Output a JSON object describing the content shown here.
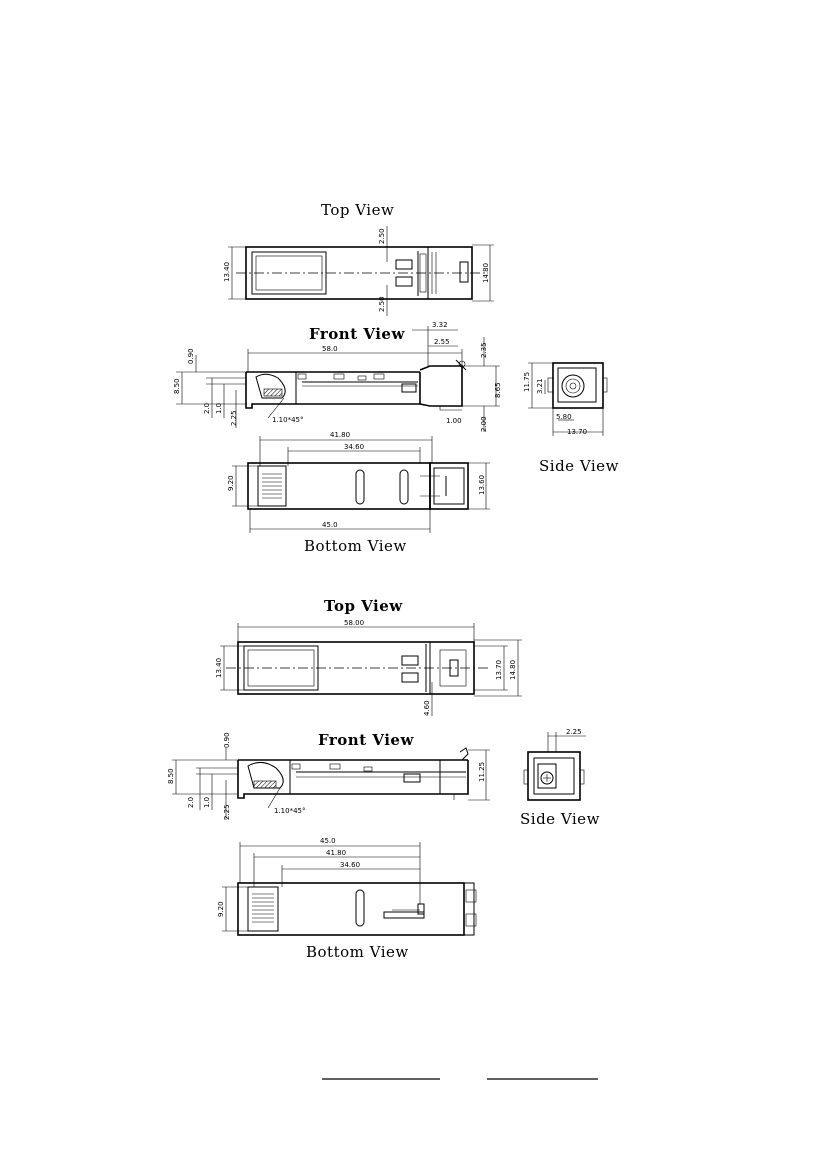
{
  "labels": {
    "d1_top": "Top  View",
    "d1_front": "Front  View",
    "d1_side": "Side  View",
    "d1_bottom": "Bottom    View",
    "d2_top": "Top  View",
    "d2_front": "Front  View",
    "d2_side": "Side  View",
    "d2_bottom": "Bottom    View"
  },
  "dims1": {
    "top_h_left": "13.40",
    "top_h_right": "14.80",
    "top_v_a": "2.50",
    "top_v_b": "2.50",
    "front_a": "3.32",
    "front_b": "2.55",
    "front_c": "2.35",
    "front_len": "58.0",
    "front_d": "0.90",
    "front_e": "8.50",
    "front_f": "2.0",
    "front_g": "1.0",
    "front_h": "2.25",
    "front_chamfer": "1.10*45°",
    "front_i": "8.65",
    "front_j": "1.00",
    "front_k": "2.00",
    "side_a": "11.75",
    "side_b": "3.21",
    "side_c": "5.80",
    "side_d": "13.70",
    "bot_a": "41.80",
    "bot_b": "34.60",
    "bot_c": "9.20",
    "bot_d": "13.60",
    "bot_e": "45.0"
  },
  "dims2": {
    "top_len": "58.00",
    "top_h_left": "13.40",
    "top_h_mid": "13.70",
    "top_h_right": "14.80",
    "top_v": "4.60",
    "front_d": "0.90",
    "front_e": "8.50",
    "front_f": "2.0",
    "front_g": "1.0",
    "front_h": "2.25",
    "front_chamfer": "1.10*45°",
    "front_i": "11.25",
    "side_a": "2.25",
    "bot_a": "45.0",
    "bot_b": "41.80",
    "bot_c": "34.60",
    "bot_d": "9.20"
  }
}
